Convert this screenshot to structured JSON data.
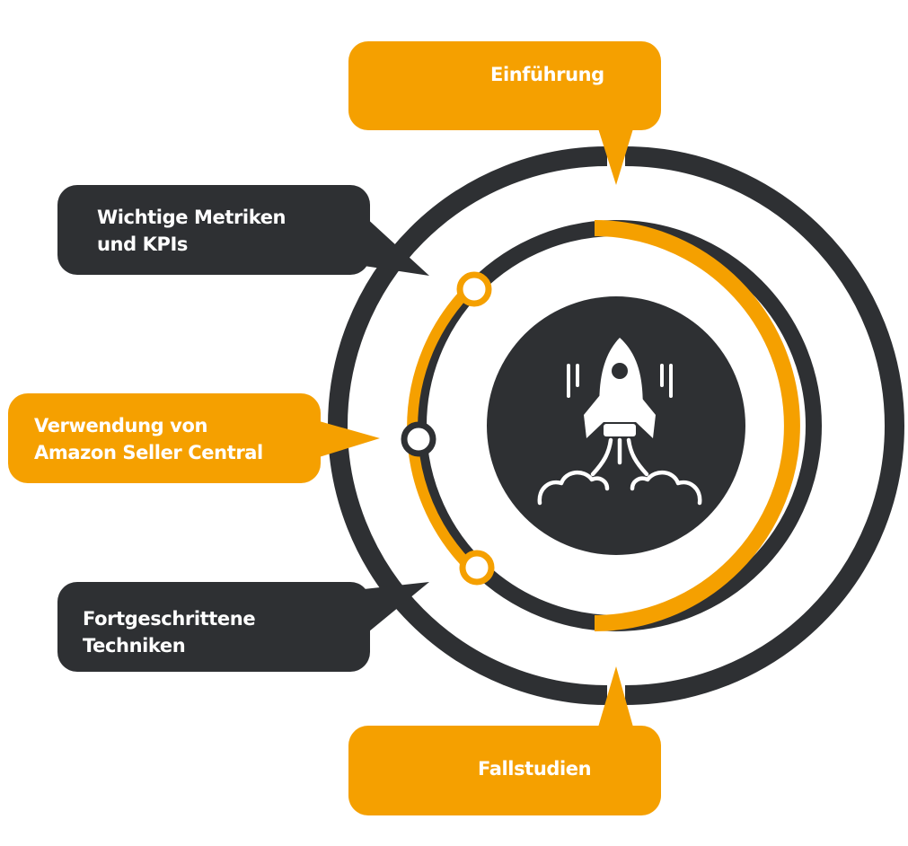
{
  "colors": {
    "orange": "#F5A000",
    "dark": "#2E3033",
    "white": "#FFFFFF"
  },
  "center": {
    "icon": "rocket-launch-icon"
  },
  "stages": [
    {
      "id": "intro",
      "label": "Einführung",
      "style": "orange"
    },
    {
      "id": "metrics",
      "label_lines": [
        "Wichtige Metriken",
        "und KPIs"
      ],
      "style": "dark"
    },
    {
      "id": "seller-central",
      "label_lines": [
        "Verwendung von",
        "Amazon Seller Central"
      ],
      "style": "orange"
    },
    {
      "id": "advanced",
      "label_lines": [
        "Fortgeschrittene",
        "Techniken"
      ],
      "style": "dark"
    },
    {
      "id": "case-studies",
      "label": "Fallstudien",
      "style": "orange"
    }
  ]
}
